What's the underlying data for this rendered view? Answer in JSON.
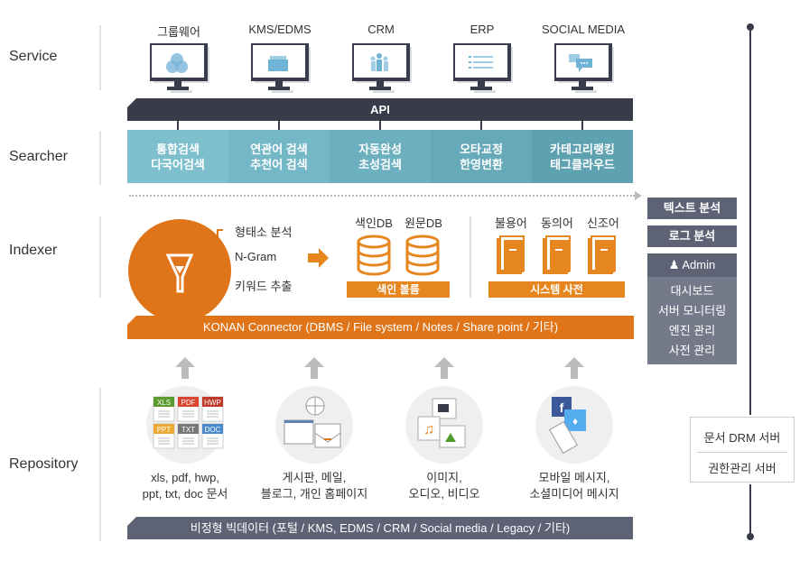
{
  "sections": {
    "service": "Service",
    "searcher": "Searcher",
    "indexer": "Indexer",
    "repository": "Repository"
  },
  "services": [
    {
      "label": "그룹웨어",
      "icon": "groupware-icon"
    },
    {
      "label": "KMS/EDMS",
      "icon": "document-stack-icon"
    },
    {
      "label": "CRM",
      "icon": "people-icon"
    },
    {
      "label": "ERP",
      "icon": "list-icon"
    },
    {
      "label": "SOCIAL MEDIA",
      "icon": "chat-icon"
    }
  ],
  "api": "API",
  "searcher": [
    {
      "l1": "통합검색",
      "l2": "다국어검색"
    },
    {
      "l1": "연관어 검색",
      "l2": "추천어 검색"
    },
    {
      "l1": "자동완성",
      "l2": "초성검색"
    },
    {
      "l1": "오타교정",
      "l2": "한영변환"
    },
    {
      "l1": "카테고리랭킹",
      "l2": "태그클라우드"
    }
  ],
  "indexer": {
    "analysis": [
      "형태소 분석",
      "N-Gram",
      "키워드 추출"
    ],
    "db": [
      "색인DB",
      "원문DB"
    ],
    "db_label": "색인 볼륨",
    "dict": [
      "불용어",
      "동의어",
      "신조어"
    ],
    "dict_label": "시스템 사전",
    "connector": "KONAN Connector (DBMS / File system / Notes / Share point / 기타)"
  },
  "right": {
    "text_analysis": "텍스트 분석",
    "log_analysis": "로그 분석",
    "admin": "Admin",
    "admin_items": [
      "대시보드",
      "서버 모니터링",
      "엔진 관리",
      "사전 관리"
    ],
    "drm": "문서 DRM 서버",
    "rights": "권한관리 서버"
  },
  "repository": {
    "file_types": [
      "XLS",
      "PDF",
      "HWP",
      "PPT",
      "TXT",
      "DOC"
    ],
    "captions": [
      {
        "l1": "xls, pdf, hwp,",
        "l2": "ppt, txt, doc 문서"
      },
      {
        "l1": "게시판, 메일,",
        "l2": "블로그, 개인 홈페이지"
      },
      {
        "l1": "이미지,",
        "l2": "오디오, 비디오"
      },
      {
        "l1": "모바일 메시지,",
        "l2": "소셜미디어 메시지"
      }
    ],
    "bottom": "비정형 빅데이터 (포털 / KMS, EDMS / CRM / Social media / Legacy / 기타)"
  },
  "colors": {
    "dark": "#383b49",
    "slate": "#5d6275",
    "orange": "#e5861e",
    "teal": "#6fb3c3"
  }
}
